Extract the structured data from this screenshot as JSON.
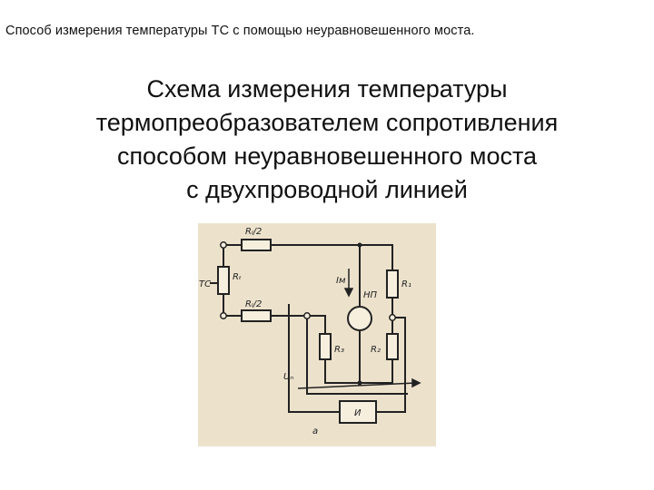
{
  "header": {
    "text": "Способ измерения температуры ТС с помощью неуравновешенного моста."
  },
  "title": {
    "line1": "Схема измерения температуры",
    "line2": "термопреобразователем сопротивления",
    "line3": "способом неуравновешенного моста",
    "line4": "с двухпроводной линией"
  },
  "diagram": {
    "labels": {
      "rl_top": "Rₗ/2",
      "rl_bottom": "Rₗ/2",
      "rt": "Rₜ",
      "tc": "ТС",
      "im": "Iм",
      "np": "НП",
      "r1": "R₁",
      "r2": "R₂",
      "r3": "R₃",
      "up": "Uₙ",
      "and": "И",
      "a": "а"
    },
    "colors": {
      "paper": "#ece2cc",
      "ink": "#222222"
    }
  }
}
